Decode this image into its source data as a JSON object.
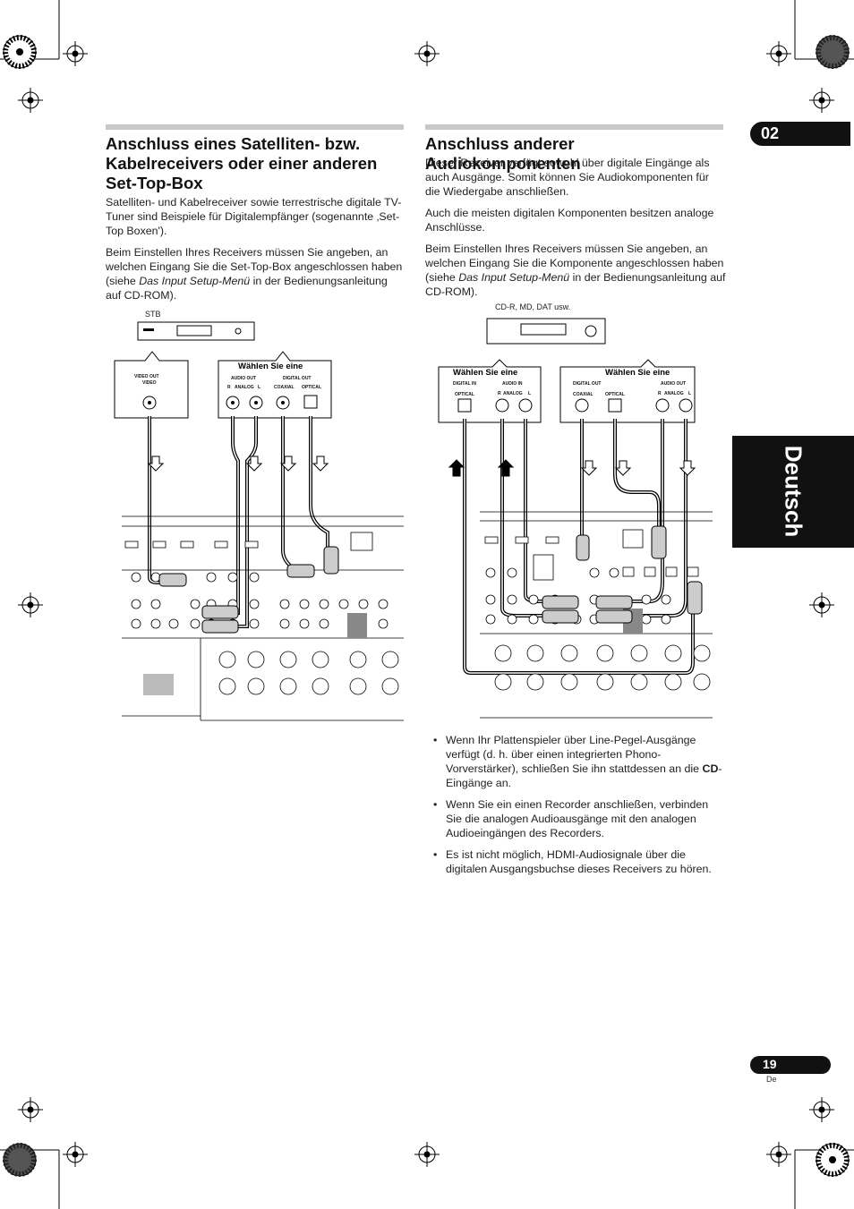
{
  "chapter": "02",
  "language_tab": "Deutsch",
  "page_number": "19",
  "page_lang": "De",
  "left": {
    "heading": "Anschluss eines Satelliten- bzw. Kabelreceivers oder einer anderen Set-Top-Box",
    "p1": "Satelliten- und Kabelreceiver sowie terrestrische digitale TV-Tuner sind Beispiele für Digitalempfänger (sogenannte ‚Set-Top Boxen').",
    "p2_a": "Beim Einstellen Ihres Receivers müssen Sie angeben, an welchen Eingang Sie die Set-Top-Box angeschlossen haben (siehe ",
    "p2_i": "Das Input Setup-Menü",
    "p2_b": " in der Bedienungsanleitung auf CD-ROM).",
    "diagram": {
      "device_label": "STB",
      "choose": "Wählen Sie eine",
      "video_out": "VIDEO OUT",
      "video": "VIDEO",
      "audio_out": "AUDIO OUT",
      "analog": "ANALOG",
      "digital_out": "DIGITAL OUT",
      "coaxial": "COAXIAL",
      "optical": "OPTICAL",
      "r": "R",
      "l": "L"
    }
  },
  "right": {
    "heading": "Anschluss anderer Audiokomponenten",
    "p1": "Dieser Receiver verfügt sowohl über digitale Eingänge als auch Ausgänge. Somit können Sie Audiokomponenten für die Wiedergabe anschließen.",
    "p2": "Auch die meisten digitalen Komponenten besitzen analoge Anschlüsse.",
    "p3_a": "Beim Einstellen Ihres Receivers müssen Sie angeben, an welchen Eingang Sie die Komponente angeschlossen haben (siehe ",
    "p3_i": "Das Input Setup-Menü",
    "p3_b": " in der Bedienungsanleitung auf CD-ROM).",
    "diagram": {
      "device_label": "CD-R, MD, DAT usw.",
      "choose_1": "Wählen Sie eine",
      "choose_2": "Wählen Sie eine",
      "digital_in": "DIGITAL IN",
      "audio_in": "AUDIO IN",
      "digital_out": "DIGITAL OUT",
      "audio_out": "AUDIO OUT",
      "optical": "OPTICAL",
      "analog": "ANALOG",
      "coaxial": "COAXIAL",
      "r": "R",
      "l": "L"
    },
    "bullets": [
      {
        "a": "Wenn Ihr Plattenspieler über Line-Pegel-Ausgänge verfügt (d. h. über einen integrierten Phono-Vorverstärker), schließen Sie ihn stattdessen an die ",
        "b": "CD",
        "c": "-Eingänge an."
      },
      {
        "a": "Wenn Sie ein einen Recorder anschließen, verbinden Sie die analogen Audioausgänge mit den analogen Audioeingängen des Recorders.",
        "b": "",
        "c": ""
      },
      {
        "a": "Es ist nicht möglich, HDMI-Audiosignale über die digitalen Ausgangsbuchse dieses Receivers zu hören.",
        "b": "",
        "c": ""
      }
    ]
  }
}
